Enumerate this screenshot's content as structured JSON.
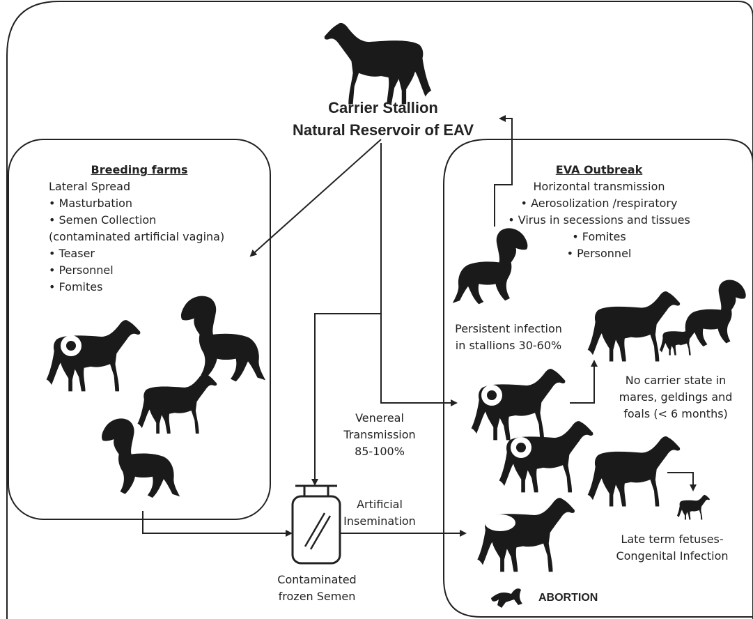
{
  "title": {
    "line1": "Carrier Stallion",
    "line2": "Natural Reservoir of EAV"
  },
  "breeding_farms": {
    "heading": "Breeding farms",
    "lines": [
      "Lateral Spread",
      "• Masturbation",
      "• Semen Collection",
      "(contaminated artificial vagina)",
      "• Teaser",
      "• Personnel",
      "• Fomites"
    ]
  },
  "outbreak": {
    "heading": "EVA Outbreak",
    "lines": [
      "Horizontal transmission",
      "• Aerosolization /respiratory",
      "• Virus in secessions and tissues",
      "• Fomites",
      "• Personnel"
    ]
  },
  "persistent": [
    "Persistent infection",
    "in stallions 30-60%"
  ],
  "no_carrier": [
    "No carrier state in",
    "mares, geldings and",
    "foals (< 6 months)"
  ],
  "venereal": [
    "Venereal",
    "Transmission",
    "85-100%"
  ],
  "artificial": [
    "Artificial",
    "Insemination"
  ],
  "semen": [
    "Contaminated",
    "frozen Semen"
  ],
  "late_term": [
    "Late term fetuses-",
    "Congenital Infection"
  ],
  "abortion": "ABORTION",
  "colors": {
    "ink": "#222222",
    "horse": "#1a1a1a",
    "background": "#ffffff"
  }
}
